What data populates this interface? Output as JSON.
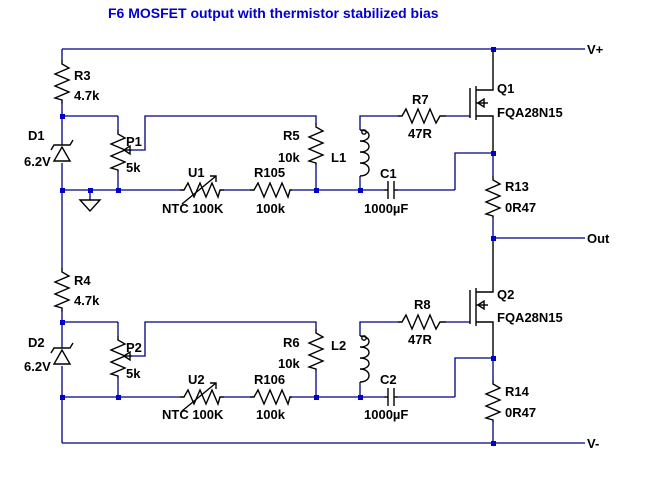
{
  "title": "F6 MOSFET output with thermistor stabilized bias",
  "nets": {
    "vplus": "V+",
    "vminus": "V-",
    "out": "Out"
  },
  "upper": {
    "r3": {
      "ref": "R3",
      "value": "4.7k"
    },
    "d1": {
      "ref": "D1",
      "value": "6.2V"
    },
    "p1": {
      "ref": "P1",
      "value": "5k"
    },
    "u1": {
      "ref": "U1",
      "value": "NTC 100K"
    },
    "r105": {
      "ref": "R105",
      "value": "100k"
    },
    "r5": {
      "ref": "R5",
      "value": "10k"
    },
    "l1": {
      "ref": "L1"
    },
    "c1": {
      "ref": "C1",
      "value": "1000µF"
    },
    "r7": {
      "ref": "R7",
      "value": "47R"
    },
    "q1": {
      "ref": "Q1",
      "value": "FQA28N15"
    },
    "r13": {
      "ref": "R13",
      "value": "0R47"
    }
  },
  "lower": {
    "r4": {
      "ref": "R4",
      "value": "4.7k"
    },
    "d2": {
      "ref": "D2",
      "value": "6.2V"
    },
    "p2": {
      "ref": "P2",
      "value": "5k"
    },
    "u2": {
      "ref": "U2",
      "value": "NTC 100K"
    },
    "r106": {
      "ref": "R106",
      "value": "100k"
    },
    "r6": {
      "ref": "R6",
      "value": "10k"
    },
    "l2": {
      "ref": "L2"
    },
    "c2": {
      "ref": "C2",
      "value": "1000µF"
    },
    "r8": {
      "ref": "R8",
      "value": "47R"
    },
    "q2": {
      "ref": "Q2",
      "value": "FQA28N15"
    },
    "r14": {
      "ref": "R14",
      "value": "0R47"
    }
  },
  "colors": {
    "wire": "#000080",
    "component": "#000000",
    "junction": "#0000cc",
    "title": "#0000cc"
  }
}
